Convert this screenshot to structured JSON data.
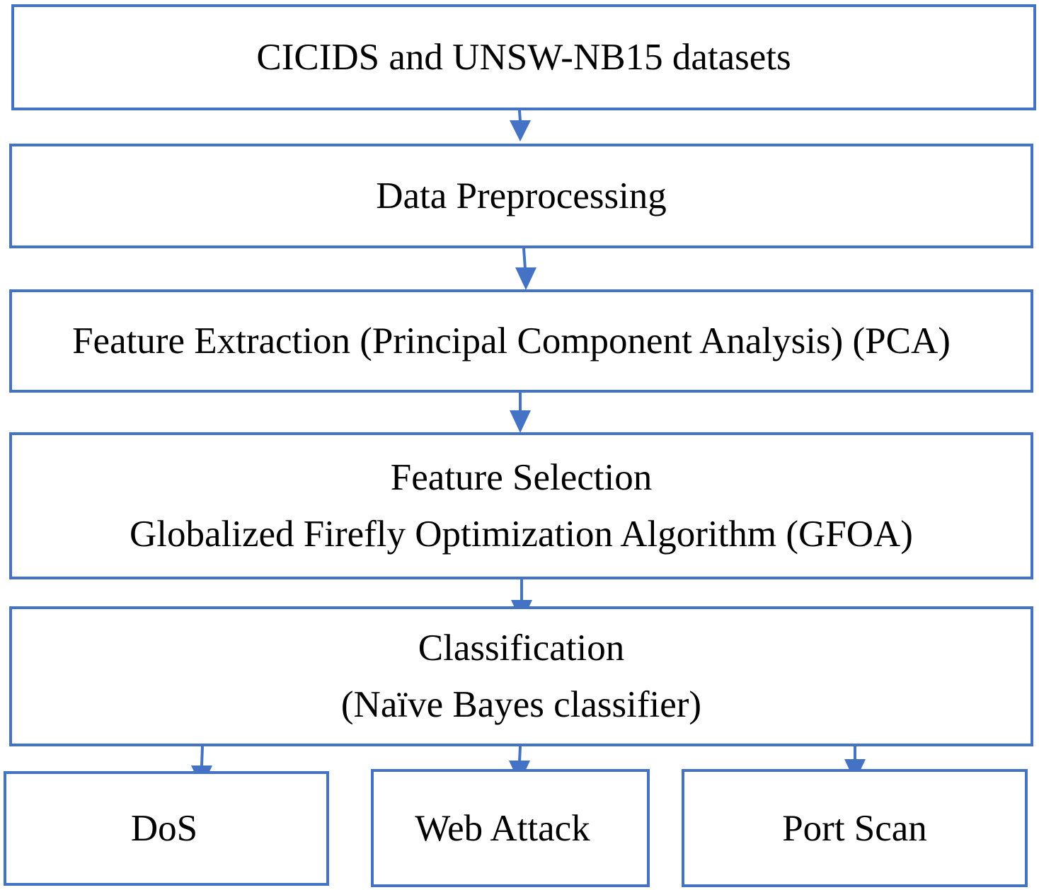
{
  "colors": {
    "accent": "#4472C4",
    "text": "#000000",
    "background": "#FFFFFF"
  },
  "flowchart": {
    "steps": [
      {
        "label": "CICIDS and UNSW-NB15 datasets"
      },
      {
        "label": "Data Preprocessing"
      },
      {
        "label": "Feature Extraction (Principal Component Analysis) (PCA)"
      },
      {
        "line1": "Feature Selection",
        "line2": "Globalized Firefly Optimization Algorithm (GFOA)"
      },
      {
        "line1": "Classification",
        "line2": "(Naïve Bayes classifier)"
      }
    ],
    "outputs": [
      {
        "label": "DoS"
      },
      {
        "label": "Web Attack"
      },
      {
        "label": "Port Scan"
      }
    ]
  }
}
